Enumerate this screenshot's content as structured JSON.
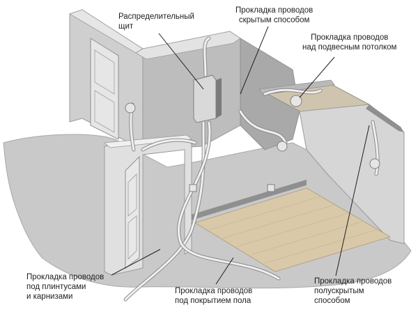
{
  "labels": {
    "distribution_board": [
      "Распределительный",
      "щит"
    ],
    "concealed": [
      "Прокладка проводов",
      "скрытым способом"
    ],
    "suspended_ceiling": [
      "Прокладка проводов",
      "над подвесным потолком"
    ],
    "baseboards": [
      "Прокладка проводов",
      "под плинтусами",
      "и карнизами"
    ],
    "floor_covering": [
      "Прокладка проводов",
      "под покрытием пола"
    ],
    "semi_concealed": [
      "Прокладка проводов",
      "полускрытым",
      "способом"
    ]
  },
  "colors": {
    "floor": "#c9c9c9",
    "floor_edge": "#bdbdbd",
    "wall_light": "#dcdcdc",
    "wall_mid": "#b3b3b3",
    "wall_dark": "#8f8f8f",
    "wall_top": "#e6e6e6",
    "wood": "#d9c9a8",
    "wire": "#eeeeee",
    "wire_outline": "#8a8a8a",
    "leader": "#1e1e1e",
    "text": "#1e1e1e"
  }
}
